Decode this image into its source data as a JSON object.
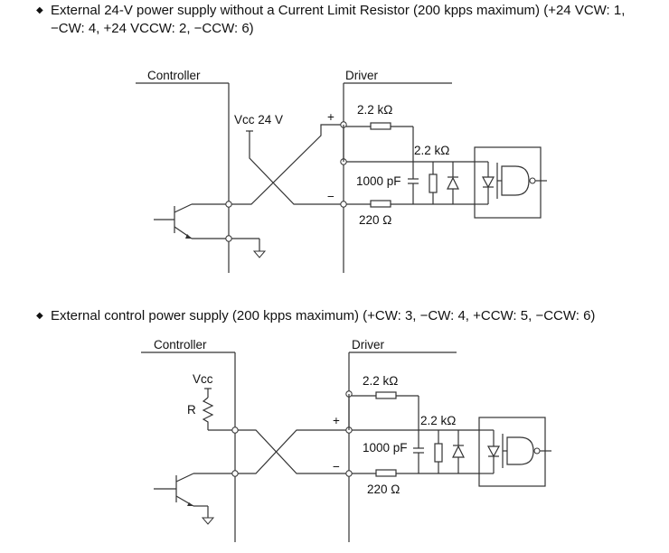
{
  "diagram_1": {
    "heading": "External 24-V power supply without a Current Limit Resistor (200 kpps maximum) (+24 VCW: 1,",
    "heading_line2": "−CW: 4, +24 VCCW: 2, −CCW: 6)",
    "controller_label": "Controller",
    "driver_label": "Driver",
    "vcc_label": "Vcc 24 V",
    "plus_label": "+",
    "minus_label": "−",
    "r1_label": "2.2 kΩ",
    "r2_label": "2.2 kΩ",
    "cap_label": "1000 pF",
    "r3_label": "220 Ω"
  },
  "diagram_2": {
    "heading": "External control power supply (200 kpps maximum) (+CW: 3, −CW: 4, +CCW: 5, −CCW: 6)",
    "controller_label": "Controller",
    "driver_label": "Driver",
    "vcc_label": "Vcc",
    "r_label": "R",
    "plus_label": "+",
    "minus_label": "−",
    "r1_label": "2.2 kΩ",
    "r2_label": "2.2 kΩ",
    "cap_label": "1000 pF",
    "r3_label": "220 Ω"
  },
  "icons": [
    "bullet-icon",
    "npn-transistor-icon",
    "ground-icon",
    "resistor-icon",
    "capacitor-icon",
    "diode-icon",
    "photocoupler-icon",
    "nand-gate-icon"
  ]
}
